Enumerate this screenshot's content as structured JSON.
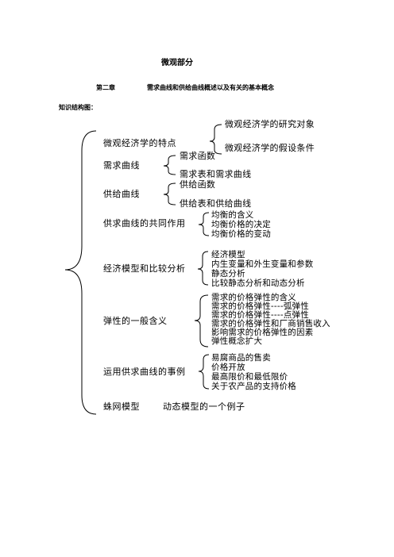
{
  "doc": {
    "part_title": "微观部分",
    "chapter_no": "第二章",
    "chapter_title": "需求曲线和供给曲线概述以及有关的基本概念",
    "section_label": "知识结构图："
  },
  "outline": {
    "n1": {
      "label": "微观经济学的特点",
      "items": [
        "微观经济学的研究对象",
        "微观经济学的假设条件"
      ]
    },
    "n2": {
      "label": "需求曲线",
      "items": [
        "需求函数",
        "需求表和需求曲线"
      ]
    },
    "n3": {
      "label": "供给曲线",
      "items": [
        "供给函数",
        "供给表和供给曲线"
      ]
    },
    "n4": {
      "label": "供求曲线的共同作用",
      "items": [
        "均衡的含义",
        "均衡价格的决定",
        "均衡价格的变动"
      ]
    },
    "n5": {
      "label": "经济模型和比较分析",
      "items": [
        "经济模型",
        "内生变量和外生变量和参数",
        "静态分析",
        "比较静态分析和动态分析"
      ]
    },
    "n6": {
      "label": "弹性的一般含义",
      "items": [
        "需求的价格弹性的含义",
        "需求的价格弹性----弧弹性",
        "需求的价格弹性----点弹性",
        "需求的价格弹性和厂商销售收入",
        "影响需求的价格弹性的因素",
        "弹性概念扩大"
      ]
    },
    "n7": {
      "label": "运用供求曲线的事例",
      "items": [
        "易腐商品的售卖",
        "价格开放",
        "最高限价和最低限价",
        "关于农产品的支持价格"
      ]
    },
    "n8": {
      "label": "蛛网模型",
      "note": "动态模型的一个例子"
    }
  }
}
